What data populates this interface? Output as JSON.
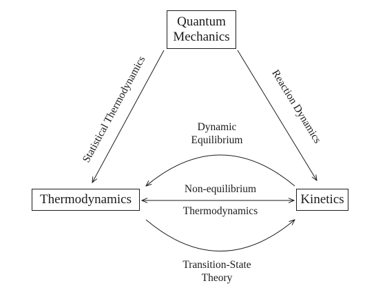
{
  "nodes": {
    "quantum": {
      "line1": "Quantum",
      "line2": "Mechanics"
    },
    "thermodynamics": {
      "label": "Thermodynamics"
    },
    "kinetics": {
      "label": "Kinetics"
    }
  },
  "edges": {
    "statistical_thermodynamics": "Statistical Thermodynamics",
    "reaction_dynamics": "Reaction Dynamics",
    "dynamic_equilibrium": {
      "line1": "Dynamic",
      "line2": "Equilibrium"
    },
    "non_equilibrium_thermodynamics": {
      "line1": "Non-equilibrium",
      "line2": "Thermodynamics"
    },
    "transition_state_theory": {
      "line1": "Transition-State",
      "line2": "Theory"
    }
  },
  "colors": {
    "ink": "#1a1a1a",
    "background": "#ffffff"
  }
}
